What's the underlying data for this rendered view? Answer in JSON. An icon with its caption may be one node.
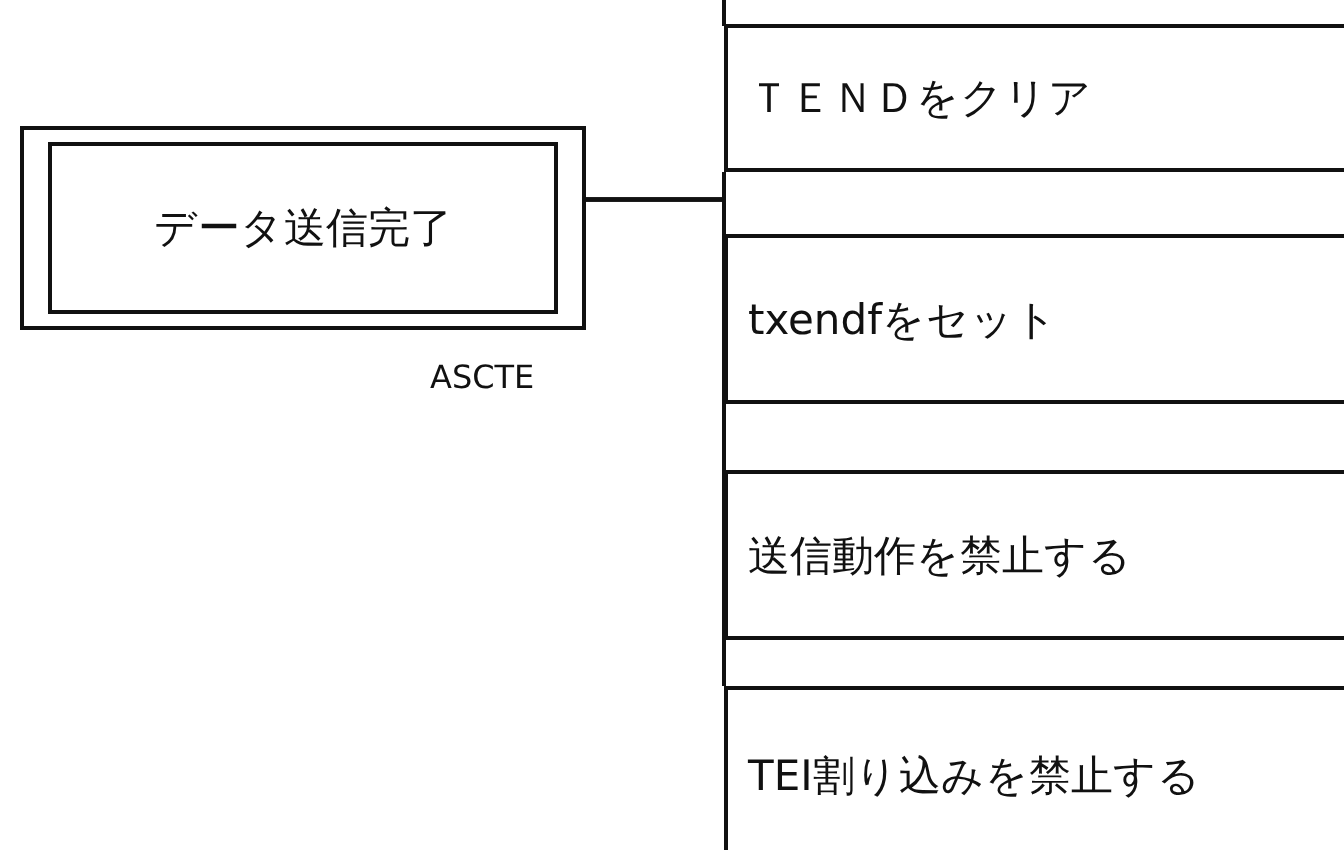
{
  "diagram": {
    "nodes": [
      {
        "text": [
          "データ送信完了"
        ],
        "beside": [
          "ASCTE"
        ]
      },
      {
        "text": [
          "ＴＥＮＤをクリア"
        ]
      },
      {
        "text": [
          "txendfをセット"
        ]
      },
      {
        "text": [
          "送信動作を禁止する"
        ]
      },
      {
        "text": [
          "TEI割り込みを禁止する"
        ]
      }
    ],
    "edges": [
      {
        "from": 0,
        "to": 1,
        "arrow": "none"
      },
      {
        "from": 0,
        "to": 2,
        "arrow": "none"
      },
      {
        "from": 0,
        "to": 3,
        "arrow": "none"
      },
      {
        "from": 0,
        "to": 4,
        "arrow": "none"
      }
    ]
  }
}
